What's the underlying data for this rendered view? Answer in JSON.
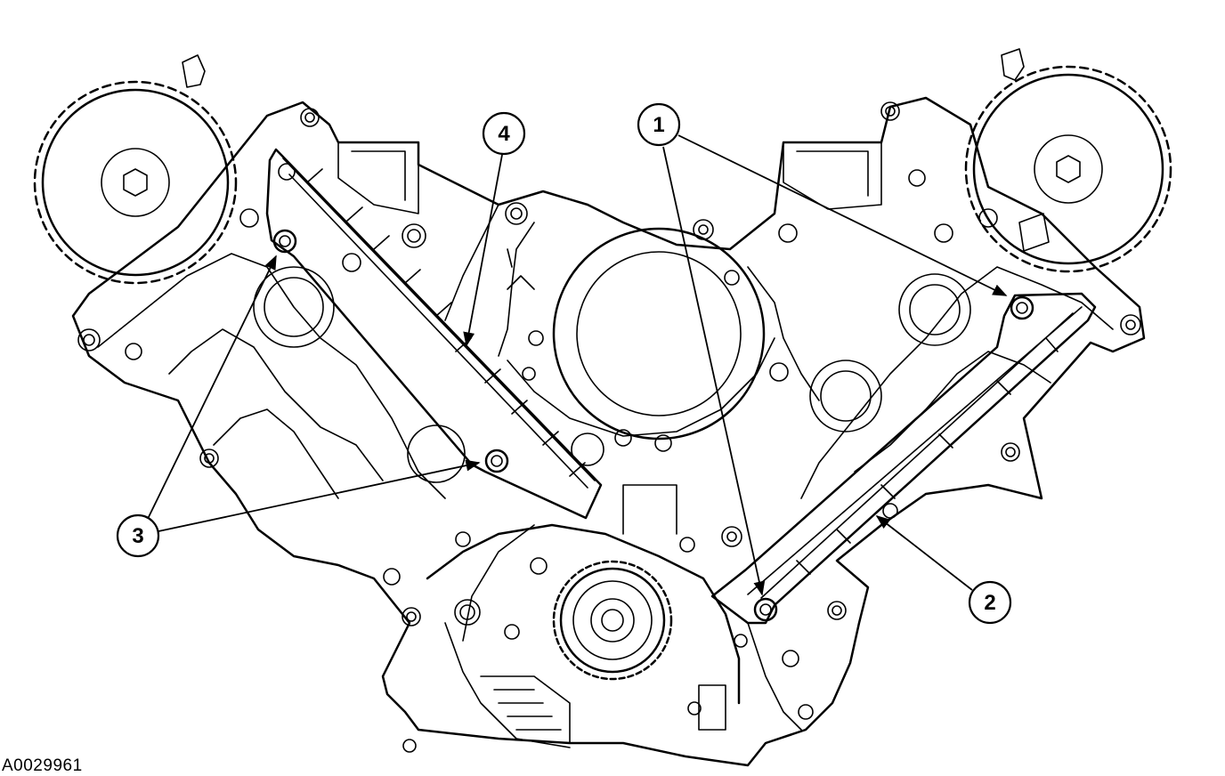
{
  "figure": {
    "id": "A0029961"
  },
  "callouts": [
    {
      "number": "1"
    },
    {
      "number": "2"
    },
    {
      "number": "3"
    },
    {
      "number": "4"
    }
  ]
}
